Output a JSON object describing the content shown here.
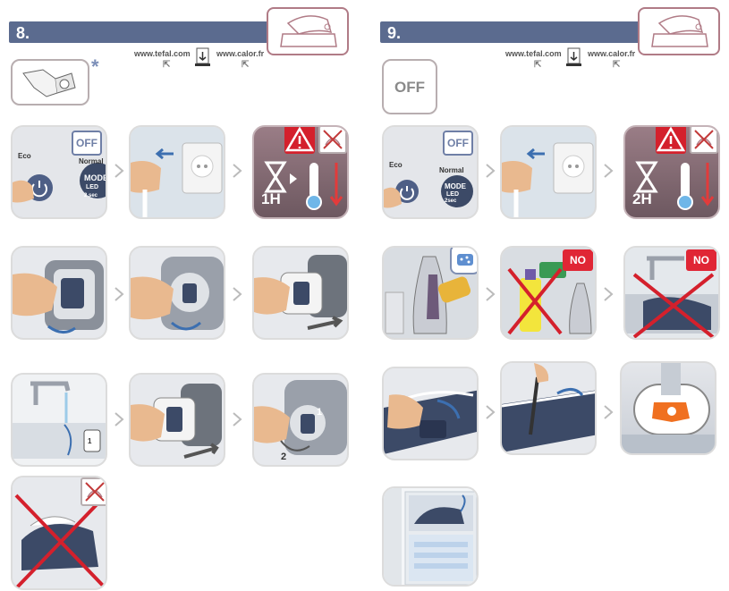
{
  "section8": {
    "number": "8.",
    "link_tefal": "www.tefal.com",
    "link_calor": "www.calor.fr",
    "asterisk": "*",
    "steps": {
      "off_badge": "OFF",
      "eco_label": "Eco",
      "normal_label": "Normal",
      "mode_label": "MODE",
      "led_label": "LED",
      "sec_label": "2 sec",
      "cool_time": "1H",
      "rotate_1": "1",
      "rotate_2": "2"
    }
  },
  "section9": {
    "number": "9.",
    "link_tefal": "www.tefal.com",
    "link_calor": "www.calor.fr",
    "off_big": "OFF",
    "steps": {
      "off_badge": "OFF",
      "eco_label": "Eco",
      "normal_label": "Normal",
      "mode_label": "MODE",
      "led_label": "LED",
      "sec_label": "2sec",
      "cool_time": "2H",
      "no_badge_1": "NO",
      "no_badge_2": "NO"
    }
  },
  "colors": {
    "header_bar": "#5b6b8f",
    "warning_red": "#d4202c",
    "no_red": "#e02635",
    "corner_border": "#b07b86",
    "orange_part": "#f07020"
  }
}
